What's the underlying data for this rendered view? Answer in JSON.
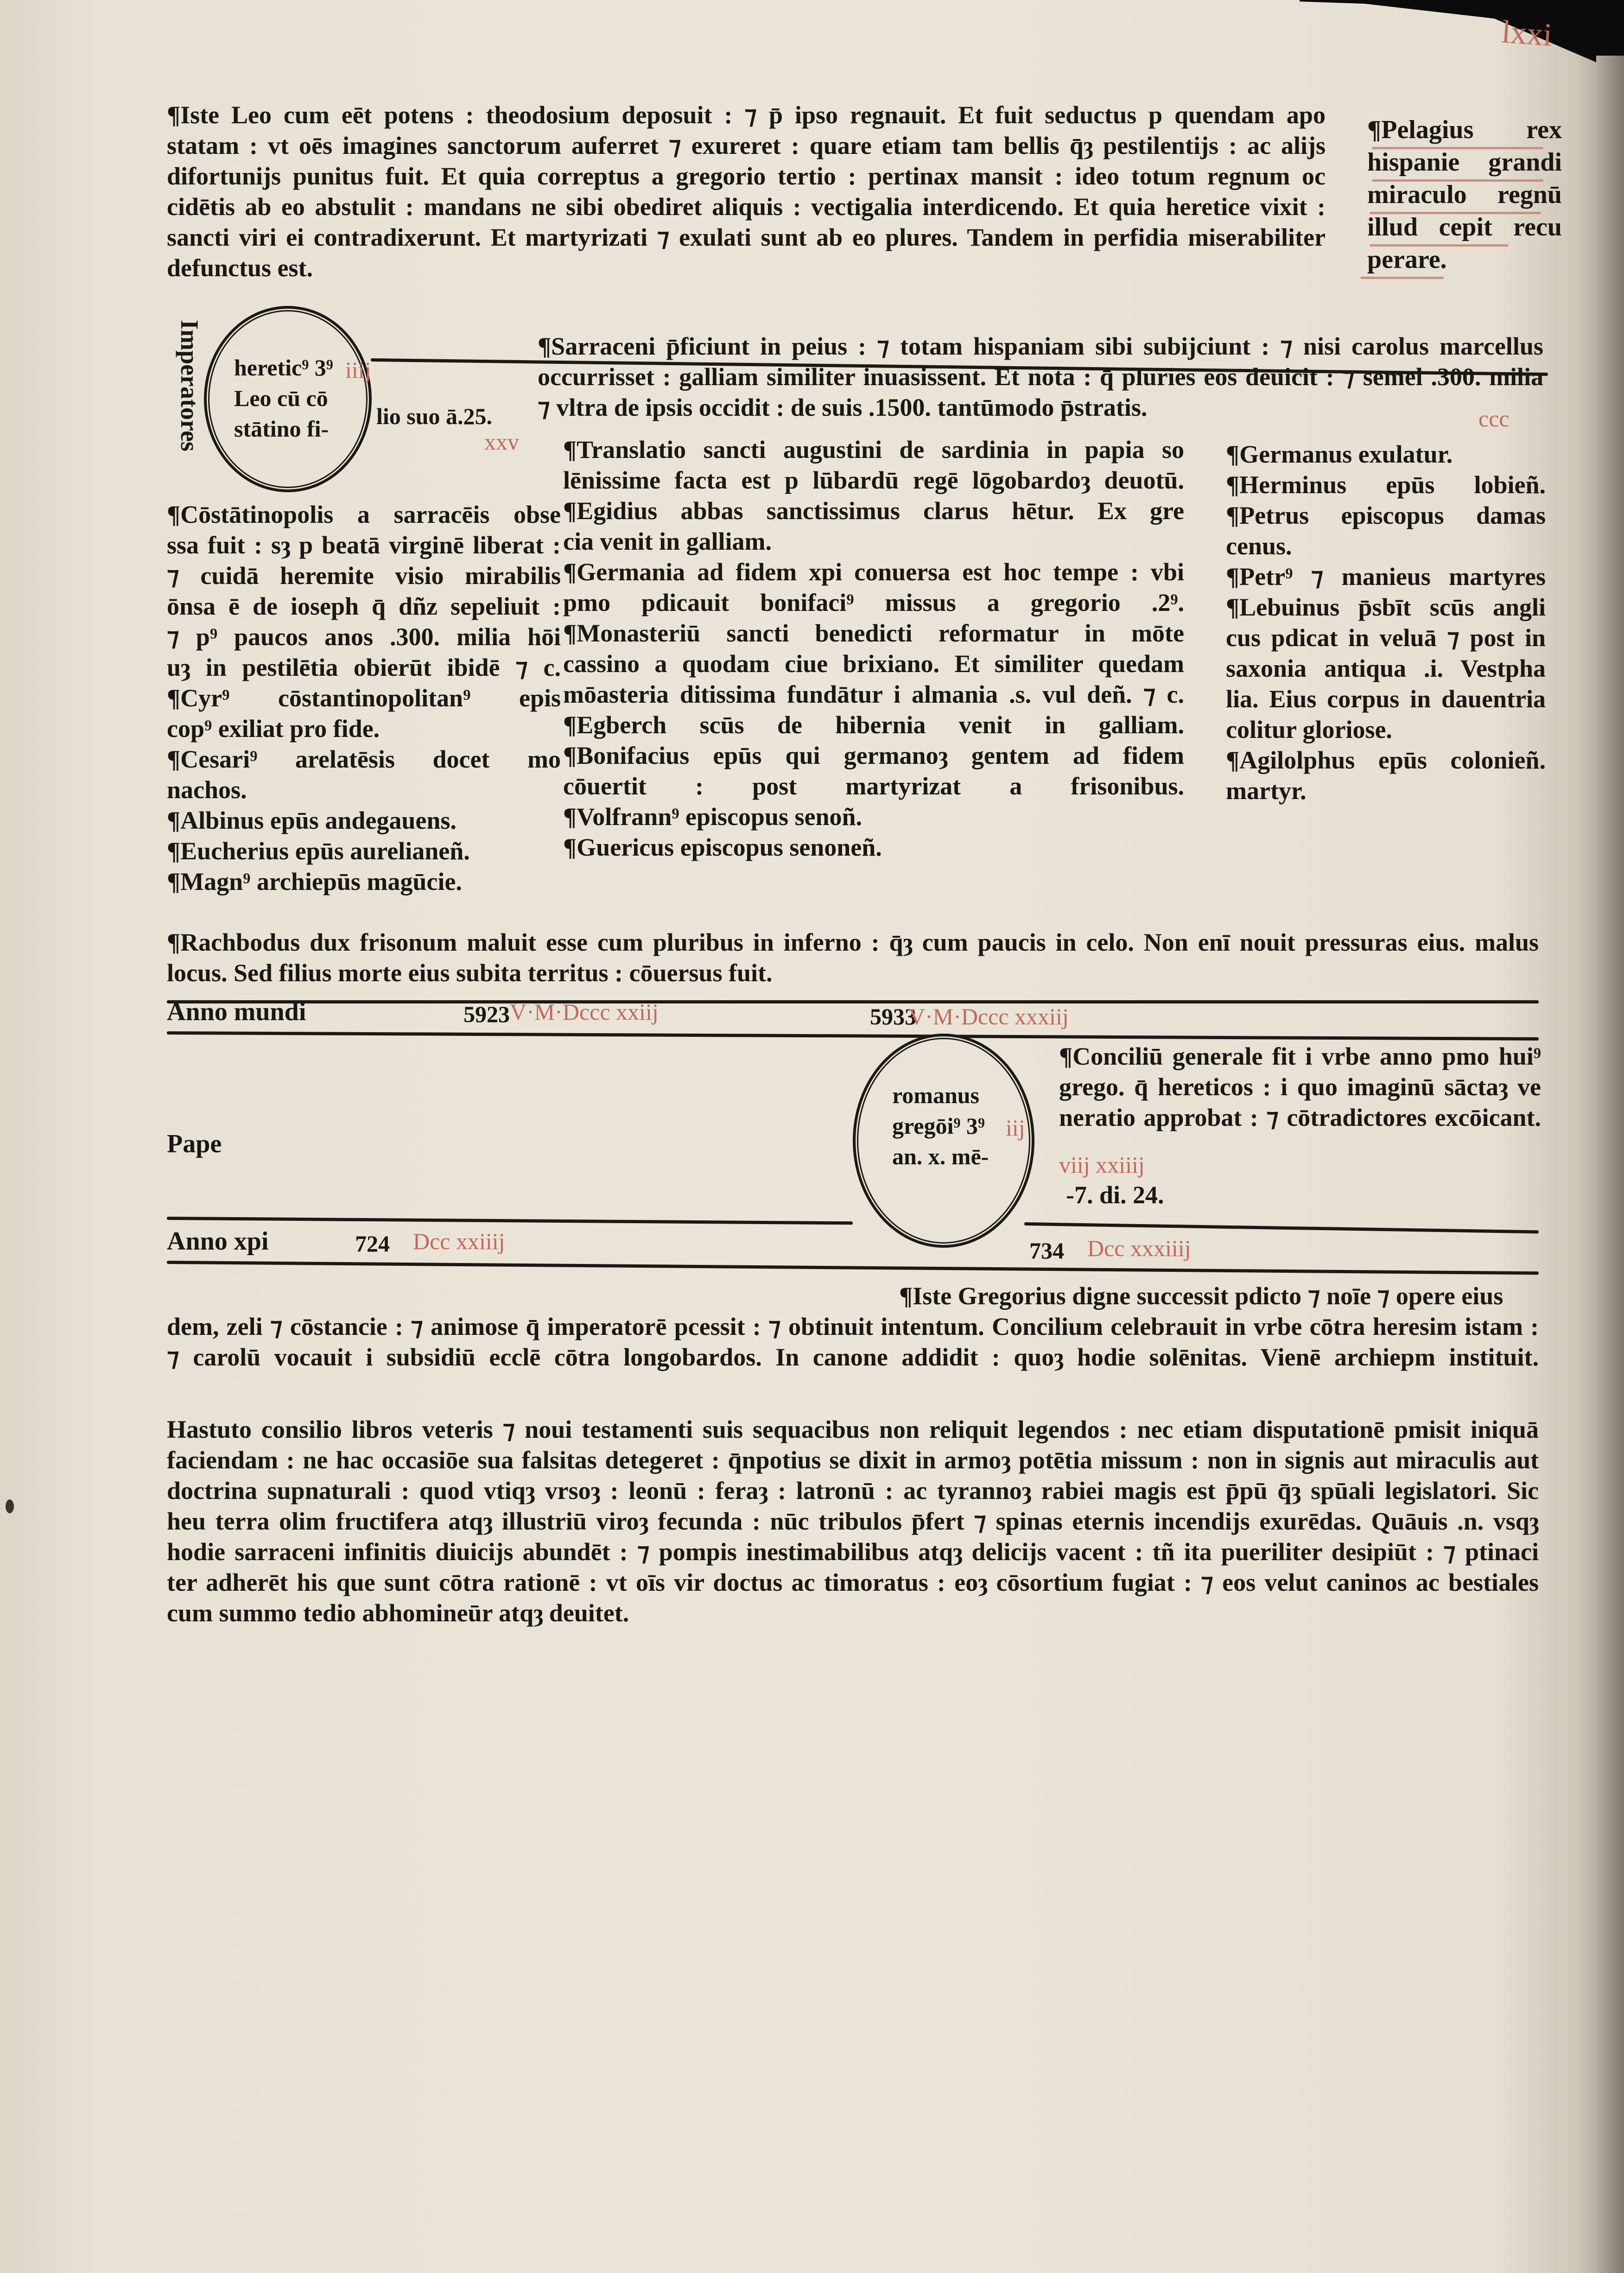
{
  "folio": "lxxi",
  "top_paragraph": {
    "lines": [
      "¶Iste Leo cum eēt potens : theodosium deposuit : ⁊ p̄ ipso regnauit. Et fuit seductus p quendam apo",
      "statam : vt oēs imagines sanctorum auferret ⁊ exureret : quare etiam tam bellis q̄ȝ pestilentijs : ac alijs",
      "difortunijs punitus fuit. Et quia correptus a gregorio tertio : pertinax mansit : ideo totum regnum oc",
      "cidētis ab eo abstulit : mandans ne sibi obediret aliquis : vectigalia interdicendo. Et quia heretice vixit :",
      "sancti viri ei contradixerunt. Et martyrizati ⁊ exulati sunt ab eo plures. Tandem in perfidia miserabiliter",
      "defunctus est."
    ]
  },
  "margin_note": {
    "lines": [
      "¶Pelagius rex",
      "hispanie grandi",
      "miraculo regnū",
      "illud cepit recu",
      "perare."
    ]
  },
  "imperatores": {
    "label": "Imperatores",
    "circle_lines": [
      "heretic⁹ 3⁹",
      "Leo cū cō",
      "stātino fi-"
    ],
    "circle_red": "iiij",
    "continuation": "lio suo ā.25.",
    "red_years": "xxv"
  },
  "sarraceni": {
    "lines": [
      "¶Sarraceni p̄ficiunt in peius : ⁊ totam hispaniam sibi subijciunt : ⁊ nisi carolus marcellus",
      "occurrisset : galliam similiter inuasissent. Et nota : q̄ pluries eos deuicit : ⁊ semel .300. milia",
      "⁊ vltra de ipsis occidit : de suis .1500. tantūmodo p̄stratis."
    ],
    "red_note": "ccc"
  },
  "column_left": {
    "lines": [
      "¶Cōstātinopolis a sarracēis obse",
      "ssa fuit : sȝ p beatā virginē liberat :",
      "⁊ cuidā heremite visio mirabilis",
      "ōnsa ē de ioseph q̄ dñz sepeliuit :",
      "⁊ p⁹ paucos anos .300. milia hōi",
      "uȝ in pestilētia obierūt ibidē ⁊ c.",
      "¶Cyr⁹ cōstantinopolitan⁹ epis",
      "cop⁹ exiliat pro fide.",
      "¶Cesari⁹ arelatēsis docet mo",
      "nachos.",
      "¶Albinus epūs andegauens.",
      "¶Eucherius epūs aurelianeñ.",
      "¶Magn⁹ archiepūs magūcie."
    ]
  },
  "column_middle": {
    "lines": [
      "¶Translatio sancti augustini de sardinia in papia so",
      "lēnissime facta est p lūbardū regē lōgobardoȝ deuotū.",
      "¶Egidius abbas sanctissimus clarus hētur. Ex gre",
      "cia venit in galliam.",
      "¶Germania ad fidem xpi conuersa est hoc tempe : vbi",
      "pmo pdicauit bonifaci⁹ missus a gregorio .2⁹.",
      "¶Monasteriū sancti benedicti reformatur in mōte",
      "cassino a quodam ciue brixiano. Et similiter quedam",
      "mōasteria ditissima fundātur i almania .s. vul deñ. ⁊ c.",
      "¶Egberch scūs de hibernia venit in galliam.",
      "¶Bonifacius epūs qui germanoȝ gentem ad fidem",
      "cōuertit : post martyrizat a frisonibus.",
      "¶Volfrann⁹ episcopus senoñ.",
      "¶Guericus episcopus senoneñ."
    ]
  },
  "column_right": {
    "lines": [
      "¶Germanus exulatur.",
      "¶Herminus epūs lobieñ.",
      "¶Petrus episcopus damas",
      "cenus.",
      "¶Petr⁹ ⁊ manieus martyres",
      "¶Lebuinus p̄sbīt scūs angli",
      "cus pdicat in veluā ⁊ post in",
      "saxonia antiqua .i. Vestpha",
      "lia. Eius corpus in dauentria",
      "colitur gloriose.",
      "¶Agilolphus epūs colonieñ.",
      "martyr."
    ]
  },
  "rachbodus": {
    "lines": [
      "¶Rachbodus dux frisonum maluit esse cum pluribus in inferno : q̄ȝ cum paucis in celo. Non enī nouit pressuras eius. malus",
      "locus. Sed filius morte eius subita territus : cōuersus fuit."
    ]
  },
  "anno_mundi": {
    "label": "Anno mundi",
    "year1": "5923",
    "red1": "V·M·Dccc xxiij",
    "year2": "5933",
    "red2": "V·M·Dccc xxxiij"
  },
  "pape": {
    "label": "Pape",
    "circle_lines": [
      "romanus",
      "gregōi⁹ 3⁹",
      "an. x. mē-"
    ],
    "circle_red": "iij",
    "red_note": "viij xxiiij",
    "continuation": "-7. di. 24.",
    "concilium_lines": [
      "¶Conciliū generale fit i vrbe anno pmo hui⁹",
      "grego. q̄ hereticos : i quo imaginū sāctaȝ ve",
      "neratio approbat : ⁊ cōtradictores excōicant."
    ]
  },
  "anno_christi": {
    "label": "Anno xpi",
    "year1": "724",
    "red1": "Dcc xxiiij",
    "year2": "734",
    "red2": "Dcc xxxiiij"
  },
  "gregorius": {
    "lines": [
      "¶Iste Gregorius digne successit pdicto ⁊ noīe ⁊ opere eius",
      "dem, zeli ⁊ cōstancie : ⁊ animose q̄ imperatorē pcessit : ⁊ obtinuit intentum. Concilium celebrauit in vrbe cōtra heresim istam :",
      "⁊ carolū vocauit i subsidiū ecclē cōtra longobardos. In canone addidit : quoȝ hodie solēnitas. Vienē archiepm instituit."
    ]
  },
  "hastuto": {
    "lines": [
      "Hastuto consilio libros veteris ⁊ noui testamenti suis sequacibus non reliquit legendos : nec etiam disputationē pmisit iniquā",
      "faciendam : ne hac occasiōe sua falsitas detegeret : q̄npotius se dixit in armoȝ potētia missum : non in signis aut miraculis aut",
      "doctrina supnaturali : quod vtiqȝ vrsoȝ : leonū : feraȝ : latronū : ac tyrannoȝ rabiei magis est p̄pū q̄ȝ spūali legislatori. Sic",
      "heu terra olim fructifera atqȝ illustriū viroȝ fecunda : nūc tribulos p̄fert ⁊ spinas eternis incendijs exurēdas. Quāuis .n. vsqȝ",
      "hodie sarraceni infinitis diuicijs abundēt : ⁊ pompis inestimabilibus atqȝ delicijs vacent : tñ ita pueriliter desipiūt : ⁊ ptinaci",
      "ter adherēt his que sunt cōtra rationē : vt oīs vir doctus ac timoratus : eoȝ cōsortium fugiat : ⁊ eos velut caninos ac bestiales",
      "cum summo tedio abhomineūr atqȝ deuitet."
    ]
  },
  "colors": {
    "paper": "#ebe5d9",
    "ink": "#1a1714",
    "rubric": "#c1695c"
  }
}
